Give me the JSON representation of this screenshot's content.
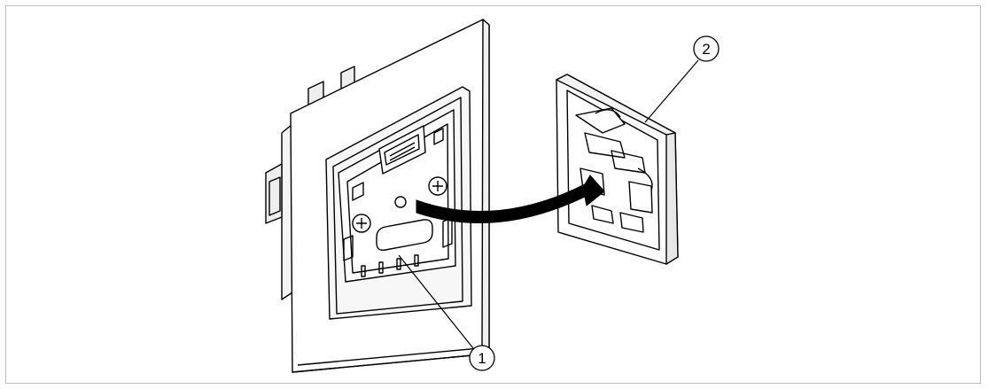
{
  "callouts": [
    {
      "id": "1",
      "label": "1"
    },
    {
      "id": "2",
      "label": "2"
    }
  ],
  "colors": {
    "line": "#000000",
    "arrow": "#000000",
    "frame_border": "#bdbdbd",
    "background": "#ffffff"
  }
}
